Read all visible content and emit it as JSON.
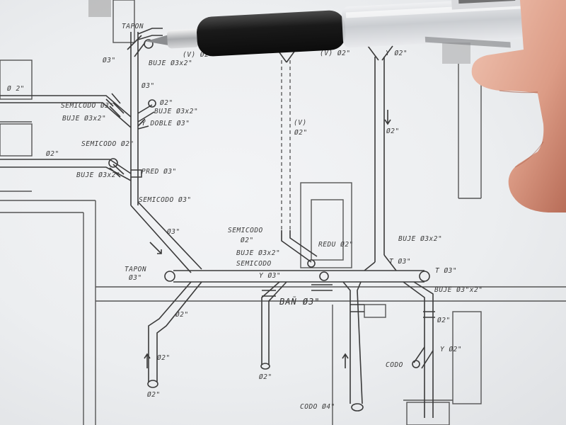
{
  "labels": {
    "tapon_top": "TAPON",
    "d3_top": "Ø3\"",
    "buje_3x2_top": "BUJE Ø3x2\"",
    "d2_left_inlet": "Ø 2\"",
    "d3_riser": "Ø3\"",
    "semicodo_3": "SEMICODO Ø3\"",
    "buje_3x2_left": "BUJE Ø3x2\"",
    "d2_right": "Ø2\"",
    "buje_2x2": "BUJE Ø3x2\"",
    "yodo_3": "Y DOBLE Ø3\"",
    "semicodo_2": "SEMICODO Ø2\"",
    "d2_inlet2": "Ø2\"",
    "buje_3x2b": "BUJE Ø3x2\"",
    "pred_3": "PRED Ø3\"",
    "semicodo_3b": "SEMICODO Ø3\"",
    "d3_diag": "Ø3\"",
    "tapon_mid": "TAPON",
    "d3_tapon": "Ø3\"",
    "d2_low_left": "Ø2\"",
    "d2_bottom_left": "Ø2\"",
    "d2_bottom_leftmost": "Ø2\"",
    "semicodo_mid": "SEMICODO",
    "d2_mid": "Ø2\"",
    "buje_mid": "BUJE Ø3x2\"",
    "semicodo_mid2": "SEMICODO",
    "y3_mid": "Y Ø3\"",
    "ban": "BAÑ Ø3\"",
    "d2_bottom_mid": "Ø2\"",
    "v_label": "(V)",
    "d2_vent": "Ø2\"",
    "v_top": "(V) Ø2\"",
    "v_top2": "(V) Ø2\"",
    "yd2_right": "Y Ø2\"",
    "d2_vent_right": "Ø2\"",
    "redu_2": "REDU Ø2\"",
    "buje_right": "BUJE Ø3x2\"",
    "t3_right": "T Ø3\"",
    "t3_far": "T Ø3\"",
    "buje_far": "BUJE Ø3\"x2\"",
    "d2_far_right": "Ø2\"",
    "y2_far_right": "Y Ø2\"",
    "codo_bottom": "CODO Ø4\"",
    "codo_right": "CODO"
  },
  "icons": [
    "mechanical-pencil-icon",
    "hand-icon"
  ],
  "colors": {
    "paper": "#eceef0",
    "ink": "#3a3a3a",
    "pencil_barrel": "#1c1c1c",
    "skin": "#e0a48e"
  }
}
